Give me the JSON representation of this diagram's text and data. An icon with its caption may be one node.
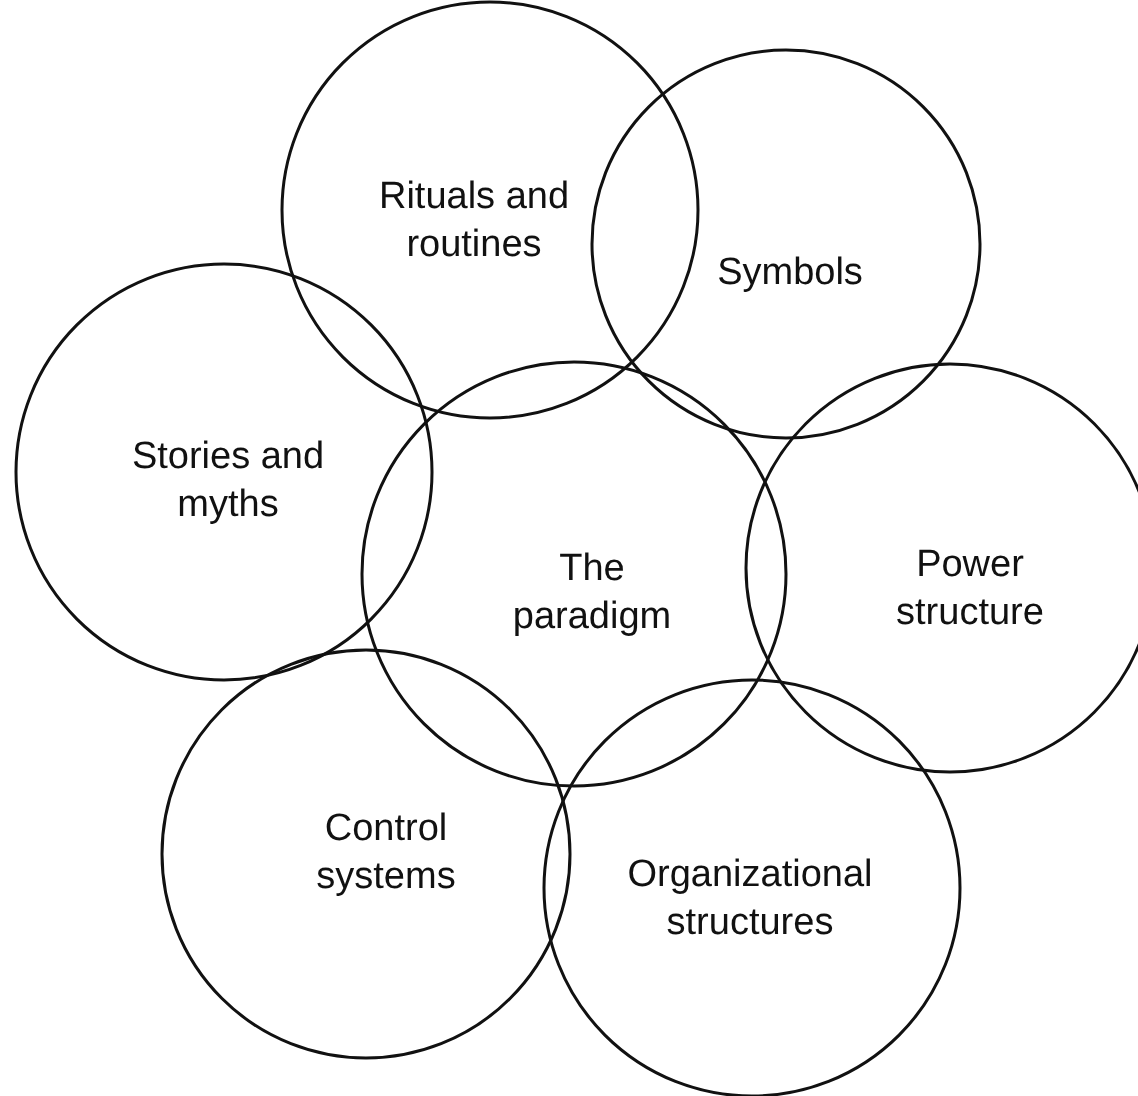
{
  "diagram": {
    "nodes": [
      {
        "text": [
          "Rituals and routines"
        ]
      },
      {
        "text": [
          "Symbols"
        ]
      },
      {
        "text": [
          "Stories and myths"
        ]
      },
      {
        "text": [
          "The paradigm"
        ]
      },
      {
        "text": [
          "Power structure"
        ]
      },
      {
        "text": [
          "Control systems"
        ]
      },
      {
        "text": [
          "Organizational structures"
        ]
      }
    ]
  }
}
